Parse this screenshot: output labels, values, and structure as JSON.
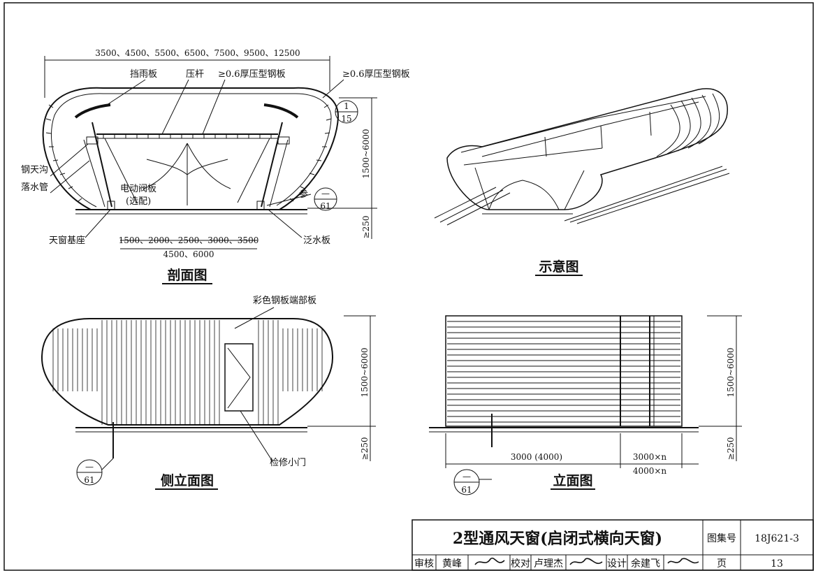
{
  "section": {
    "caption": "剖面图",
    "top_dim": "3500、4500、5500、6500、7500、9500、12500",
    "bottom_dim_1": "1500、2000、2500、3000、3500",
    "bottom_dim_2": "4500、6000",
    "height_dim": "1500~6000",
    "base_dim": "≥250",
    "labels": {
      "rain_shield": "挡雨板",
      "strut": "压杆",
      "steel_sheet_inner": "≥0.6厚压型钢板",
      "steel_sheet_outer": "≥0.6厚压型钢板",
      "gutter": "钢天沟",
      "downpipe": "落水管",
      "damper": "电动阀板",
      "damper_note": "(选配)",
      "ref": "参",
      "base": "天窗基座",
      "flashing": "泛水板"
    },
    "detail_ref": {
      "top": "1",
      "bottom": "15"
    },
    "ref_mark": {
      "top": "—",
      "bottom": "61"
    }
  },
  "schematic": {
    "caption": "示意图"
  },
  "side_elevation": {
    "caption": "侧立面图",
    "end_panel": "彩色钢板端部板",
    "access_door": "检修小门",
    "height_dim": "1500~6000",
    "base_dim": "≥250",
    "ref_mark": {
      "top": "—",
      "bottom": "61"
    }
  },
  "front_elevation": {
    "caption": "立面图",
    "dim_main": "3000 (4000)",
    "dim_n1": "3000×n",
    "dim_n2": "4000×n",
    "height_dim": "1500~6000",
    "base_dim": "≥250",
    "ref_mark": {
      "top": "—",
      "bottom": "61"
    }
  },
  "title_block": {
    "title": "2型通风天窗(启闭式横向天窗)",
    "atlas_label": "图集号",
    "atlas_no": "18J621-3",
    "review_label": "审核",
    "reviewer": "黄峰",
    "check_label": "校对",
    "checker": "卢理杰",
    "design_label": "设计",
    "designer": "余建飞",
    "page_label": "页",
    "page_no": "13"
  }
}
